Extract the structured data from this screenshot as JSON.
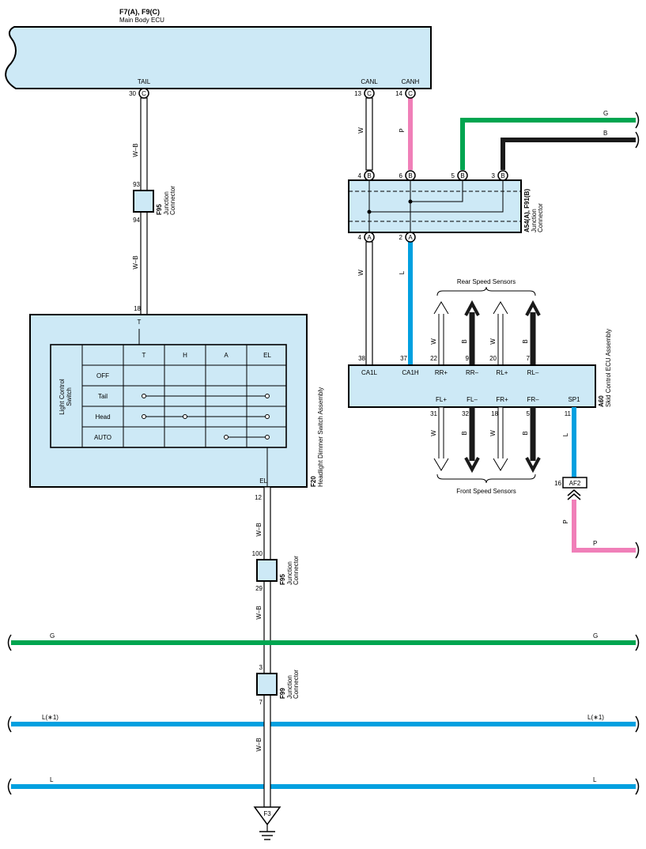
{
  "ecu": {
    "code": "F7(A), F9(C)",
    "name": "Main Body ECU",
    "pins": {
      "tail": {
        "label": "TAIL",
        "num": "30",
        "conn": "C"
      },
      "canl": {
        "label": "CANL",
        "num": "13",
        "conn": "C"
      },
      "canh": {
        "label": "CANH",
        "num": "14",
        "conn": "C"
      }
    }
  },
  "colors": {
    "ecu_fill": "#cde9f6",
    "wire_G": "#00a550",
    "wire_B": "#1a1a1a",
    "wire_P": "#f07fb8",
    "wire_L": "#00a0e0",
    "wire_W": "#ffffff",
    "outline": "#000000"
  },
  "wire_codes": {
    "wb": "W–B",
    "w": "W",
    "p": "P",
    "l": "L",
    "g": "G",
    "b": "B",
    "l1": "L(∗1)"
  },
  "junction": {
    "line1": "Junction",
    "line2": "Connector"
  },
  "f95_upper": {
    "code": "F95",
    "top_pin": "93",
    "bottom_pin": "94"
  },
  "f95_lower": {
    "code": "F95",
    "top_pin": "100",
    "bottom_pin": "29"
  },
  "f99": {
    "code": "F99",
    "top_pin": "3",
    "bottom_pin": "7"
  },
  "a54": {
    "code": "A54(A), F91(B)",
    "top_pins": [
      {
        "num": "4",
        "conn": "B"
      },
      {
        "num": "6",
        "conn": "B"
      },
      {
        "num": "5",
        "conn": "B"
      },
      {
        "num": "3",
        "conn": "B"
      }
    ],
    "bottom_pins": [
      {
        "num": "4",
        "conn": "A"
      },
      {
        "num": "2",
        "conn": "A"
      }
    ]
  },
  "f20": {
    "code": "F20",
    "name": "Headlight Dimmer Switch Assembly",
    "top_pin": {
      "num": "18",
      "label": "T"
    },
    "bottom_pin": {
      "num": "12",
      "label": "EL"
    },
    "switch_title": [
      "Light Control",
      "Switch"
    ],
    "columns": [
      "T",
      "H",
      "A",
      "EL"
    ],
    "rows": [
      "OFF",
      "Tail",
      "Head",
      "AUTO"
    ]
  },
  "a60": {
    "code": "A60",
    "name": "Skid Control ECU Assembly",
    "top_pins": [
      {
        "num": "38",
        "label": "CA1L"
      },
      {
        "num": "37",
        "label": "CA1H"
      },
      {
        "num": "22",
        "label": "RR+"
      },
      {
        "num": "9",
        "label": "RR–"
      },
      {
        "num": "20",
        "label": "RL+"
      },
      {
        "num": "7",
        "label": "RL–"
      }
    ],
    "bottom_pins": [
      {
        "num": "31",
        "label": "FL+"
      },
      {
        "num": "32",
        "label": "FL–"
      },
      {
        "num": "18",
        "label": "FR+"
      },
      {
        "num": "5",
        "label": "FR–"
      },
      {
        "num": "11",
        "label": "SP1"
      }
    ]
  },
  "sensors": {
    "rear": "Rear Speed Sensors",
    "front": "Front Speed Sensors"
  },
  "af2": {
    "code": "AF2",
    "pin": "16"
  },
  "ground": {
    "code": "F3"
  }
}
